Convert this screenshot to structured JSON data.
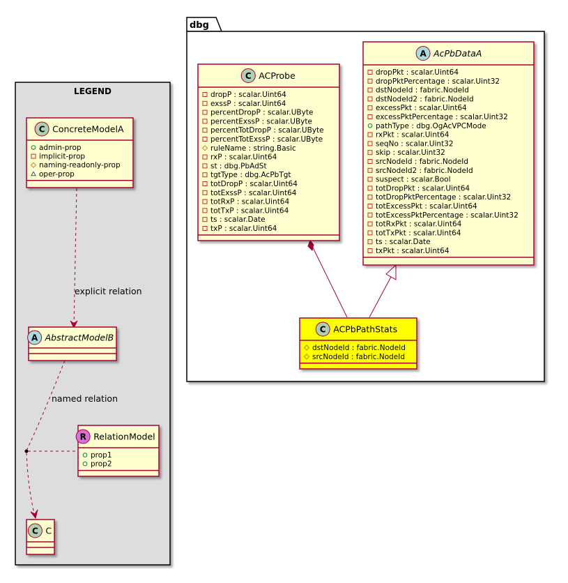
{
  "package": {
    "name": "dbg"
  },
  "legend": {
    "title": "LEGEND",
    "concrete": {
      "stereotype": "C",
      "name": "ConcreteModelA",
      "members": [
        {
          "vis": "+",
          "text": "admin-prop"
        },
        {
          "vis": "-",
          "text": "implicit-prop"
        },
        {
          "vis": "#",
          "text": "naming-readonly-prop"
        },
        {
          "vis": "~",
          "text": "oper-prop"
        }
      ]
    },
    "abstract": {
      "stereotype": "A",
      "name": "AbstractModelB"
    },
    "relation": {
      "stereotype": "R",
      "name": "RelationModel",
      "members": [
        {
          "vis": "+",
          "text": "prop1"
        },
        {
          "vis": "+",
          "text": "prop2"
        }
      ]
    },
    "c_class": {
      "stereotype": "C",
      "name": "C"
    },
    "explicit_label": "explicit relation",
    "named_label": "named relation"
  },
  "acprobe": {
    "stereotype": "C",
    "name": "ACProbe",
    "members": [
      {
        "vis": "-",
        "text": "dropP : scalar.Uint64"
      },
      {
        "vis": "-",
        "text": "exssP : scalar.Uint64"
      },
      {
        "vis": "-",
        "text": "percentDropP : scalar.UByte"
      },
      {
        "vis": "-",
        "text": "percentExssP : scalar.UByte"
      },
      {
        "vis": "-",
        "text": "percentTotDropP : scalar.UByte"
      },
      {
        "vis": "-",
        "text": "percentTotExssP : scalar.UByte"
      },
      {
        "vis": "#",
        "text": "ruleName : string.Basic"
      },
      {
        "vis": "-",
        "text": "rxP : scalar.Uint64"
      },
      {
        "vis": "-",
        "text": "st : dbg.PbAdSt"
      },
      {
        "vis": "-",
        "text": "tgtType : dbg.AcPbTgt"
      },
      {
        "vis": "-",
        "text": "totDropP : scalar.Uint64"
      },
      {
        "vis": "-",
        "text": "totExssP : scalar.Uint64"
      },
      {
        "vis": "-",
        "text": "totRxP : scalar.Uint64"
      },
      {
        "vis": "-",
        "text": "totTxP : scalar.Uint64"
      },
      {
        "vis": "-",
        "text": "ts : scalar.Date"
      },
      {
        "vis": "-",
        "text": "txP : scalar.Uint64"
      }
    ]
  },
  "acpbdataa": {
    "stereotype": "A",
    "name": "AcPbDataA",
    "members": [
      {
        "vis": "-",
        "text": "dropPkt : scalar.Uint64"
      },
      {
        "vis": "-",
        "text": "dropPktPercentage : scalar.Uint32"
      },
      {
        "vis": "-",
        "text": "dstNodeId : fabric.NodeId"
      },
      {
        "vis": "-",
        "text": "dstNodeId2 : fabric.NodeId"
      },
      {
        "vis": "-",
        "text": "excessPkt : scalar.Uint64"
      },
      {
        "vis": "-",
        "text": "excessPktPercentage : scalar.Uint32"
      },
      {
        "vis": "+",
        "text": "pathType : dbg.OgAcVPCMode"
      },
      {
        "vis": "-",
        "text": "rxPkt : scalar.Uint64"
      },
      {
        "vis": "-",
        "text": "seqNo : scalar.Uint32"
      },
      {
        "vis": "-",
        "text": "skip : scalar.Uint32"
      },
      {
        "vis": "-",
        "text": "srcNodeId : fabric.NodeId"
      },
      {
        "vis": "-",
        "text": "srcNodeId2 : fabric.NodeId"
      },
      {
        "vis": "-",
        "text": "suspect : scalar.Bool"
      },
      {
        "vis": "-",
        "text": "totDropPkt : scalar.Uint64"
      },
      {
        "vis": "-",
        "text": "totDropPktPercentage : scalar.Uint32"
      },
      {
        "vis": "-",
        "text": "totExcessPkt : scalar.Uint64"
      },
      {
        "vis": "-",
        "text": "totExcessPktPercentage : scalar.Uint32"
      },
      {
        "vis": "-",
        "text": "totRxPkt : scalar.Uint64"
      },
      {
        "vis": "-",
        "text": "totTxPkt : scalar.Uint64"
      },
      {
        "vis": "-",
        "text": "ts : scalar.Date"
      },
      {
        "vis": "-",
        "text": "txPkt : scalar.Uint64"
      }
    ]
  },
  "acpbpathstats": {
    "stereotype": "C",
    "name": "ACPbPathStats",
    "members": [
      {
        "vis": "#",
        "text": "dstNodeId : fabric.NodeId"
      },
      {
        "vis": "#",
        "text": "srcNodeId : fabric.NodeId"
      }
    ]
  },
  "colors": {
    "class_fill": "#FEFECE",
    "class_border": "#A80036",
    "highlight_fill": "#FFFF00",
    "legend_fill": "#DDDDDD",
    "circle_c": "#ADD1B2",
    "circle_a": "#A9DCDF",
    "circle_r": "#DA70D6",
    "arrow": "#A80036"
  }
}
